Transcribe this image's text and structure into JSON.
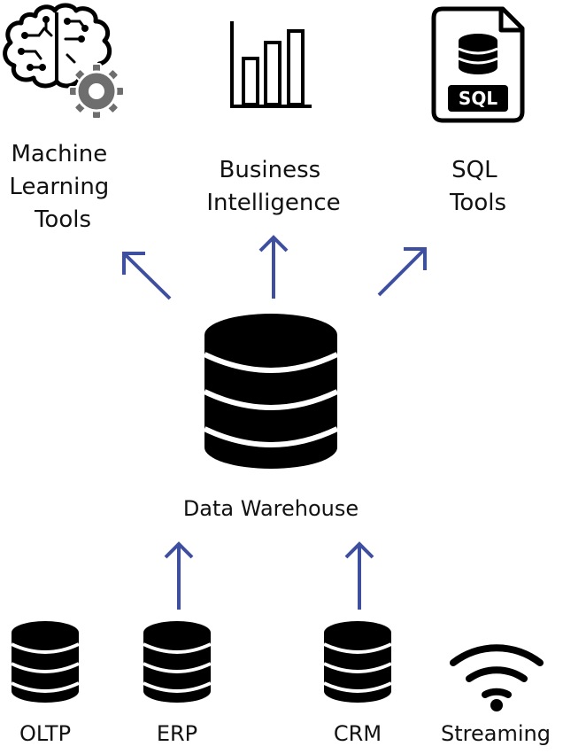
{
  "colors": {
    "ink": "#000000",
    "arrow": "#3f4fa0",
    "gear": "#6e6e6e",
    "paper": "#ffffff"
  },
  "consumers": [
    {
      "icon": "brain-gear-icon",
      "lines": [
        "Machine",
        "Learning",
        "Tools"
      ]
    },
    {
      "icon": "bar-chart-icon",
      "lines": [
        "Business",
        "Intelligence"
      ]
    },
    {
      "icon": "sql-file-icon",
      "lines": [
        "SQL",
        "Tools"
      ],
      "badge": "SQL"
    }
  ],
  "warehouse": {
    "icon": "database-icon",
    "label": "Data Warehouse"
  },
  "sources": [
    {
      "icon": "database-icon",
      "label": "OLTP"
    },
    {
      "icon": "database-icon",
      "label": "ERP"
    },
    {
      "icon": "database-icon",
      "label": "CRM"
    },
    {
      "icon": "wifi-signal-icon",
      "label": "Streaming"
    }
  ]
}
